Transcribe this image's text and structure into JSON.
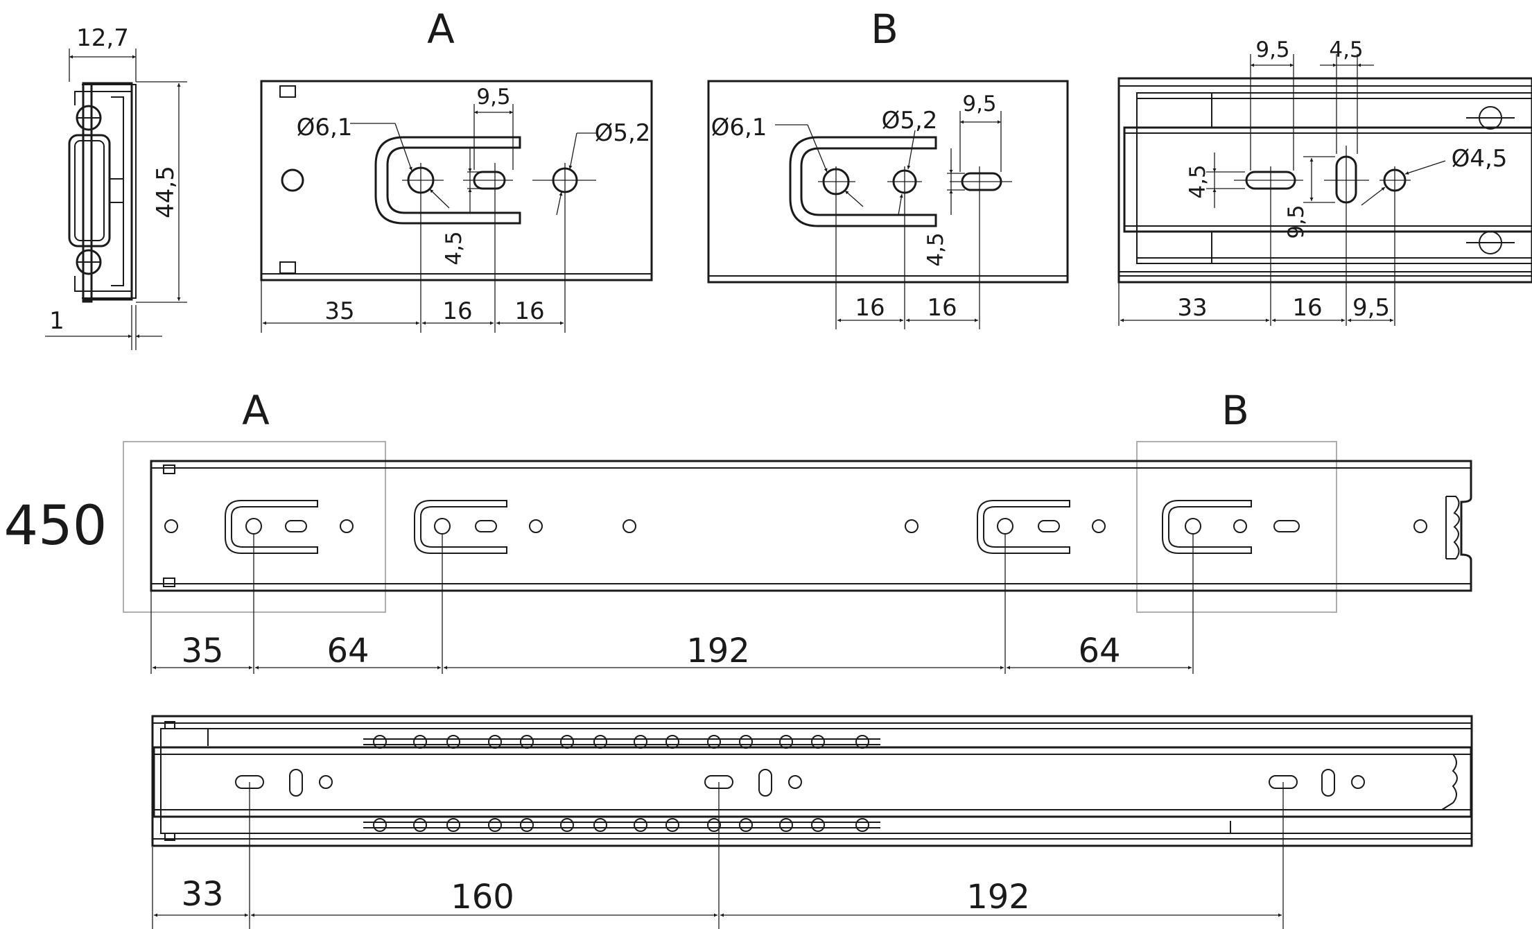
{
  "length_label": "450",
  "section_labels": {
    "a": "A",
    "b": "B"
  },
  "profile": {
    "width": "12,7",
    "height": "44,5",
    "thickness": "1"
  },
  "detail_a": {
    "dia_large": "Ø6,1",
    "dia_small": "Ø5,2",
    "slot_length": "9,5",
    "slot_width": "4,5",
    "offset": "35",
    "spacing_1": "16",
    "spacing_2": "16"
  },
  "detail_b": {
    "dia_large": "Ø6,1",
    "dia_small": "Ø5,2",
    "slot_length": "9,5",
    "slot_width": "4,5",
    "spacing_1": "16",
    "spacing_2": "16"
  },
  "detail_inner": {
    "slot_length": "9,5",
    "slot_vertical": "4,5",
    "slot_width": "4,5",
    "slot_height": "9,5",
    "hole_dia": "Ø4,5",
    "offset": "33",
    "spacing_1": "16",
    "spacing_2": "9,5"
  },
  "cabinet_member": {
    "dims": [
      "35",
      "64",
      "192",
      "64"
    ]
  },
  "drawer_member": {
    "dims": [
      "33",
      "160",
      "192"
    ]
  }
}
